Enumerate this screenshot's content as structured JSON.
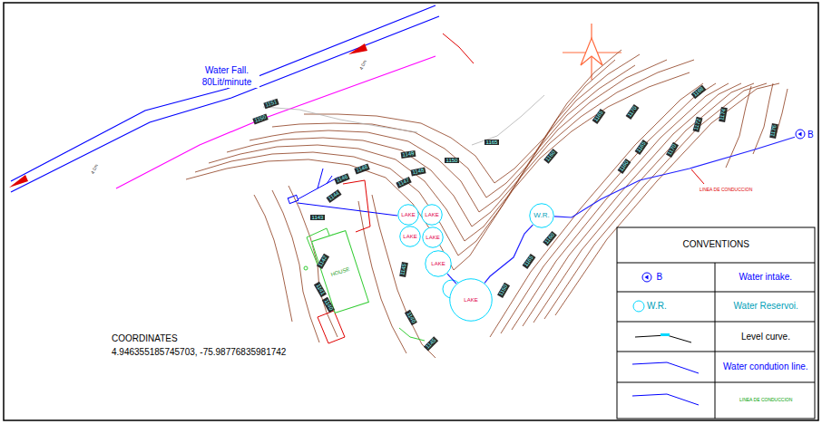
{
  "diagram": {
    "nodes": [
      {
        "text": [
          "B"
        ]
      },
      {
        "text": [
          "LAKE"
        ]
      },
      {
        "text": [
          "LAKE"
        ]
      },
      {
        "text": [
          "W.R."
        ]
      },
      {
        "text": [
          "LAKE"
        ]
      },
      {
        "text": [
          "LAKE"
        ]
      },
      {
        "text": [
          "LAKE"
        ]
      },
      {
        "text": [
          "HOUSE"
        ]
      },
      {
        "text": [
          "LAKE"
        ]
      }
    ],
    "edges": [
      {
        "from": 0,
        "to": 3,
        "arrow": "none"
      },
      {
        "from": 3,
        "to": 8,
        "arrow": "none"
      },
      {
        "from": 8,
        "to": 6,
        "arrow": "none"
      }
    ],
    "labels": [
      "Water Fall. 80Lit/minute",
      "4.0m",
      "4.0m",
      "1151",
      "1150",
      "1146",
      "1148",
      "1149",
      "1147",
      "1148",
      "1150",
      "1165",
      "1160",
      "1165",
      "1170",
      "1168",
      "1160",
      "1165",
      "1170",
      "1172",
      "1174",
      "1176",
      "1144",
      "1143",
      "1142",
      "1141",
      "1140",
      "1145",
      "1140",
      "1145",
      "1160",
      "1165",
      "1150",
      "LINEA DE CONDUCCION",
      "COORDINATES",
      "4.946355185745703, -75.98776835981742",
      "CONVENTIONS",
      "B",
      "W.R."
    ],
    "legend": [
      {
        "text": "Water intake."
      },
      {
        "text": "Water Reservoi."
      },
      {
        "text": "Level curve."
      },
      {
        "text": "Water condution line."
      },
      {
        "text": "LINEA DE CONDUCCION"
      }
    ]
  }
}
